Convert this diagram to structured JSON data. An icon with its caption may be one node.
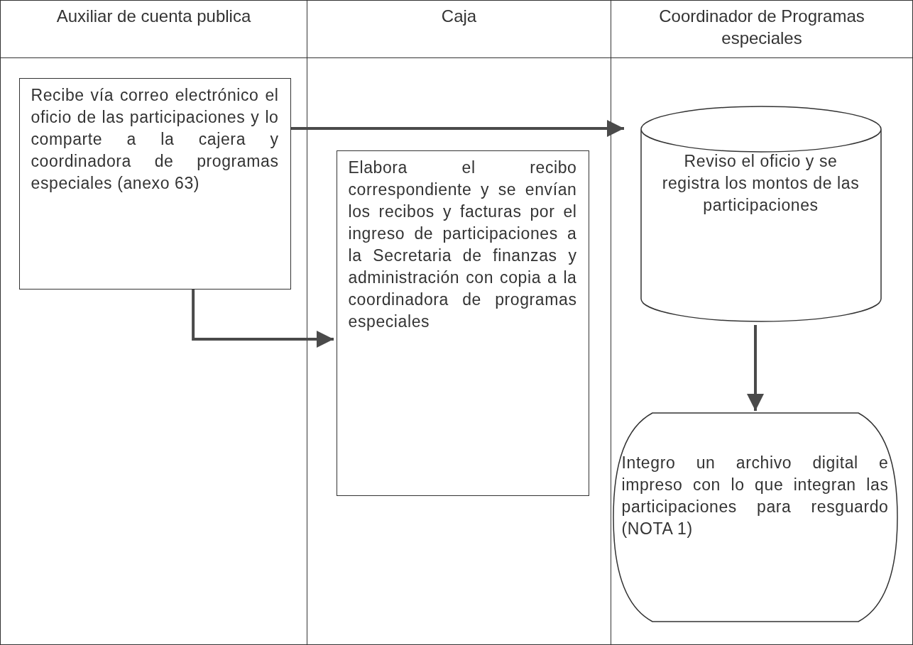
{
  "diagram": {
    "nodes": [
      {
        "text": [
          "Auxiliar de cuenta publica"
        ]
      },
      {
        "text": [
          "Caja"
        ]
      },
      {
        "text": [
          "Coordinador de Programas especiales"
        ]
      },
      {
        "text": [
          "Recibe vía correo electrónico el oficio de las participaciones y lo comparte a la cajera y coordinadora de programas especiales (anexo 63)"
        ],
        "in": 0
      },
      {
        "text": [
          "Elabora el recibo correspondiente y se envían los recibos y facturas por el ingreso de participaciones a la Secretaria de finanzas y administración con copia a la coordinadora de programas especiales"
        ],
        "in": 1
      },
      {
        "text": [
          "Reviso el oficio y se registra los montos de las participaciones"
        ],
        "in": 2
      },
      {
        "text": [
          "Integro un archivo digital e impreso con lo que integran las participaciones para resguardo (NOTA 1)"
        ],
        "in": 2
      }
    ],
    "edges": [
      {
        "from": 3,
        "to": 5,
        "arrow": "to"
      },
      {
        "from": 3,
        "to": 4,
        "arrow": "to"
      },
      {
        "from": 5,
        "to": 6,
        "arrow": "to"
      }
    ]
  }
}
